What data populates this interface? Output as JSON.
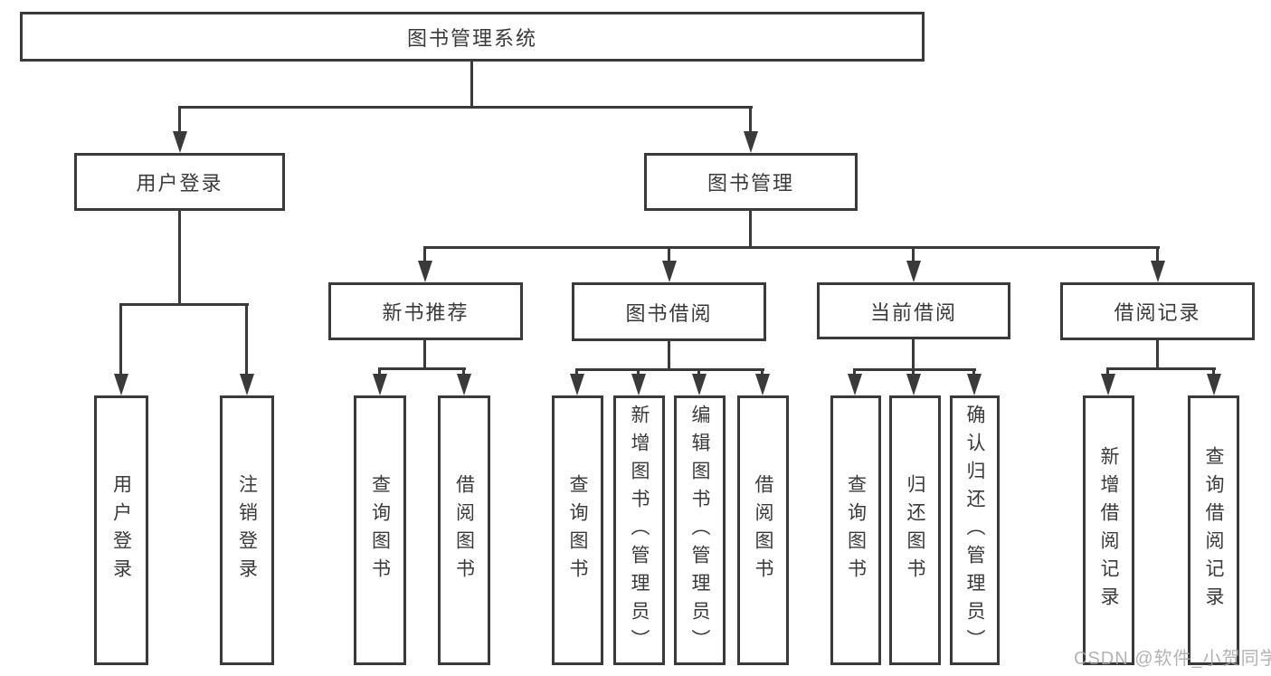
{
  "diagram": {
    "root": {
      "label": "图书管理系统"
    },
    "level2": [
      {
        "label": "用户登录",
        "children": [
          {
            "label": "用户登录"
          },
          {
            "label": "注销登录"
          }
        ]
      },
      {
        "label": "图书管理",
        "children": [
          {
            "label": "新书推荐",
            "children": [
              {
                "label": "查询图书"
              },
              {
                "label": "借阅图书"
              }
            ]
          },
          {
            "label": "图书借阅",
            "children": [
              {
                "label": "查询图书"
              },
              {
                "label": "新增图书（管理员）"
              },
              {
                "label": "编辑图书（管理员）"
              },
              {
                "label": "借阅图书"
              }
            ]
          },
          {
            "label": "当前借阅",
            "children": [
              {
                "label": "查询图书"
              },
              {
                "label": "归还图书"
              },
              {
                "label": "确认归还（管理员）"
              }
            ]
          },
          {
            "label": "借阅记录",
            "children": [
              {
                "label": "新增借阅记录"
              },
              {
                "label": "查询借阅记录"
              }
            ]
          }
        ]
      }
    ]
  },
  "watermark": {
    "text": "CSDN @软件_小贺同学"
  },
  "colors": {
    "line": "#3a3a3a",
    "text": "#3a3a3a",
    "background": "#ffffff",
    "watermark": "#a6a6a6"
  }
}
